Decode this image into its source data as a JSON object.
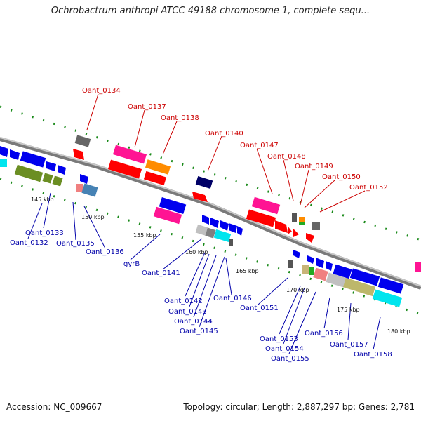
{
  "header": {
    "title": "Ochrobactrum anthropi ATCC 49188 chromosome 1, complete sequ..."
  },
  "footer": {
    "accession": "Accession: NC_009667",
    "topology": "Topology: circular; Length: 2,887,297 bp; Genes: 2,781"
  },
  "ticks": [
    "145 kbp",
    "150 kbp",
    "155 kbp",
    "160 kbp",
    "165 kbp",
    "170 kbp",
    "175 kbp",
    "180 kbp"
  ],
  "top_labels": [
    "Oant_0134",
    "Oant_0137",
    "Oant_0138",
    "Oant_0140",
    "Oant_0147",
    "Oant_0148",
    "Oant_0149",
    "Oant_0150",
    "Oant_0152"
  ],
  "bottom_labels": [
    "Oant_0133",
    "Oant_0132",
    "Oant_0135",
    "Oant_0136",
    "gyrB",
    "Oant_0141",
    "Oant_0142",
    "Oant_0143",
    "Oant_0144",
    "Oant_0145",
    "Oant_0146",
    "Oant_0151",
    "Oant_0153",
    "Oant_0154",
    "Oant_0155",
    "Oant_0156",
    "Oant_0157",
    "Oant_0158"
  ],
  "colors": {
    "top_label": "#cc0000",
    "bottom_label": "#0000aa",
    "backbone": "#8a8a8a",
    "track_dots": "#1a8a1a"
  }
}
